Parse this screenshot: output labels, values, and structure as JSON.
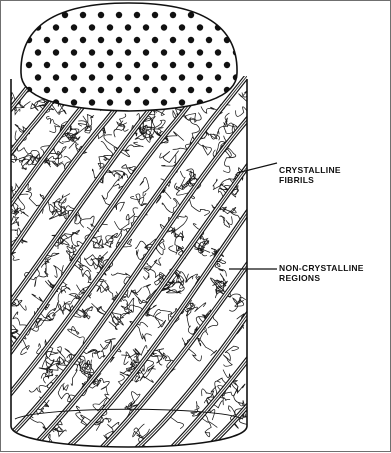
{
  "labels": {
    "crystalline_line1": "CRYSTALLINE",
    "crystalline_line2": "FIBRILS",
    "noncrystalline_line1": "NON-CRYSTALLINE",
    "noncrystalline_line2": "REGIONS"
  },
  "colors": {
    "ink": "#111111",
    "paper": "#ffffff",
    "frame": "#6f6f6f"
  }
}
